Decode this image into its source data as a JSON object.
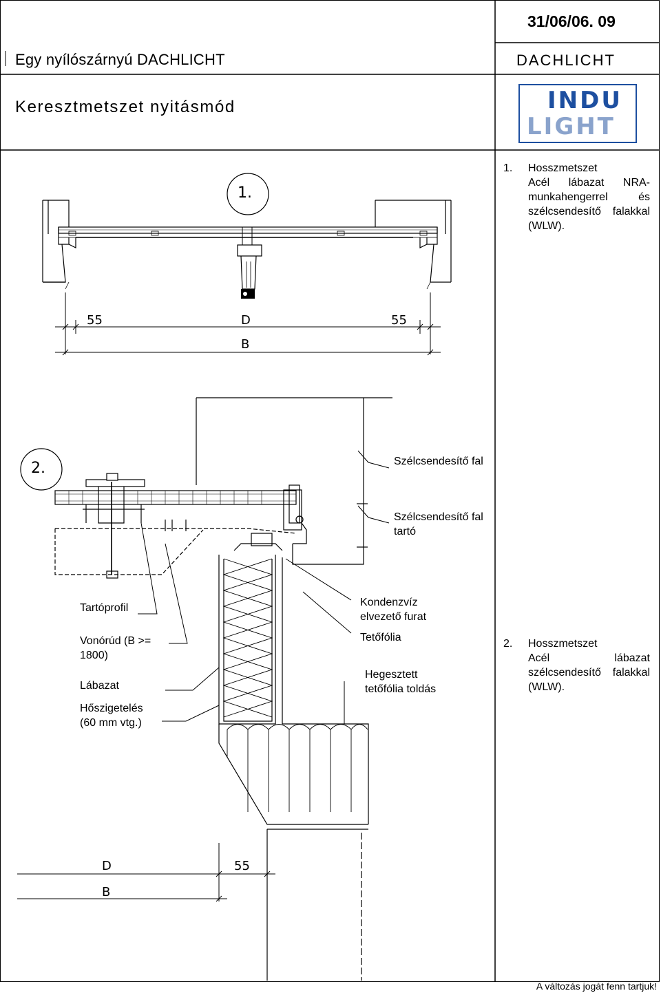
{
  "header": {
    "code": "31/06/06. 09",
    "title": "Egy nyílószárnyú DACHLICHT",
    "subtitle": "Keresztmetszet nyitásmód",
    "product": "DACHLICHT",
    "logo": {
      "line1": "INDU",
      "line2": "LIGHT",
      "colors": {
        "primary": "#1d4fa0",
        "secondary": "#8aa3cc"
      }
    }
  },
  "section1": {
    "marker": "1.",
    "description": {
      "number": "1.",
      "heading": "Hosszmetszet",
      "body": "Acél lábazat NRA-munkahengerrel és szélcsendesítő falakkal (WLW)."
    },
    "dimensions": {
      "left": "55",
      "center": "D",
      "right": "55",
      "total": "B"
    }
  },
  "section2": {
    "marker": "2.",
    "description": {
      "number": "2.",
      "heading": "Hosszmetszet",
      "body": "Acél lábazat szélcsendesítő falakkal (WLW)."
    },
    "labels": {
      "wind_wall": "Szélcsendesítő fal",
      "wind_wall_holder": "Szélcsendesítő fal tartó",
      "support_profile": "Tartóprofil",
      "tie_rod": "Vonórúd (B >= 1800)",
      "base": "Lábazat",
      "insulation": "Hőszigetelés (60 mm vtg.)",
      "drain_hole": "Kondenzvíz elvezető furat",
      "roof_foil": "Tetőfólia",
      "welded_foil": "Hegesztett tetőfólia toldás"
    },
    "dimensions": {
      "d": "D",
      "d55": "55",
      "b": "B"
    }
  },
  "footer": {
    "note": "A változás jogát fenn tartjuk!"
  }
}
